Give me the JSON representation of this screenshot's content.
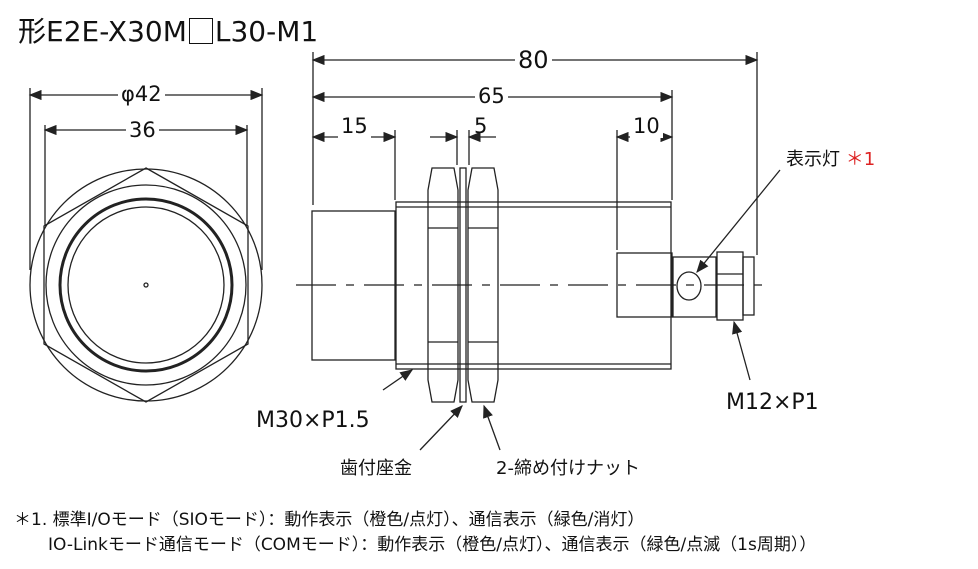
{
  "title": {
    "prefix": "形E2E-X30M",
    "suffix": "L30-M1"
  },
  "dimensions": {
    "outer_diameter": "φ42",
    "hex_width": "36",
    "total_length": "80",
    "body_length": "65",
    "face_length": "15",
    "nut_gap": "5",
    "connector_length": "10"
  },
  "labels": {
    "indicator": "表示灯",
    "indicator_ref": "＊1",
    "thread_main": "M30×P1.5",
    "thread_connector": "M12×P1",
    "washer": "歯付座金",
    "nut": "2-締め付けナット"
  },
  "notes": [
    "＊1. 標準I/Oモード（SIOモード）：動作表示（橙色/点灯）、通信表示（緑色/消灯）",
    "IO-Linkモード通信モード（COMモード）：動作表示（橙色/点灯）、通信表示（緑色/点滅（1s周期））"
  ]
}
